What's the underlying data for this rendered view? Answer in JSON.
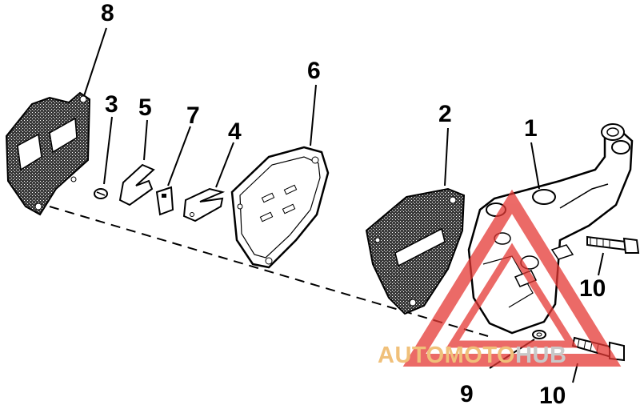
{
  "callouts": [
    {
      "id": "1",
      "text": "1"
    },
    {
      "id": "2",
      "text": "2"
    },
    {
      "id": "3",
      "text": "3"
    },
    {
      "id": "4",
      "text": "4"
    },
    {
      "id": "5",
      "text": "5"
    },
    {
      "id": "6",
      "text": "6"
    },
    {
      "id": "7",
      "text": "7"
    },
    {
      "id": "8",
      "text": "8"
    },
    {
      "id": "9",
      "text": "9"
    },
    {
      "id": "10a",
      "text": "10"
    },
    {
      "id": "10b",
      "text": "10"
    }
  ],
  "watermark": {
    "part_a": "AUTOMOTO",
    "part_b": "HUB",
    "colors": {
      "triangle": "#e53935",
      "part_a": "#f0c07a",
      "part_b": "#c9c9c9"
    }
  }
}
